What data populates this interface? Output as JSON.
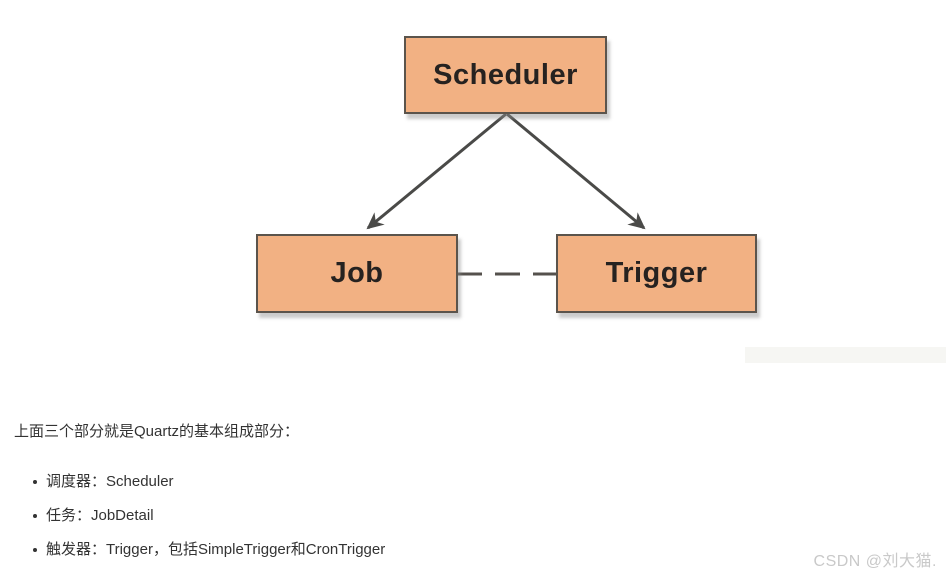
{
  "diagram": {
    "title": "Quartz core components diagram",
    "nodes": {
      "scheduler": "Scheduler",
      "job": "Job",
      "trigger": "Trigger"
    },
    "edges": [
      {
        "from": "scheduler",
        "to": "job",
        "style": "solid-arrow"
      },
      {
        "from": "scheduler",
        "to": "trigger",
        "style": "solid-arrow"
      },
      {
        "from": "job",
        "to": "trigger",
        "style": "dashed"
      }
    ],
    "colors": {
      "node_fill": "#f2b183",
      "node_border": "#5b544c",
      "node_text": "#262220",
      "connector": "#4a4a48"
    }
  },
  "content": {
    "intro": "上面三个部分就是Quartz的基本组成部分：",
    "bullets": [
      "调度器：Scheduler",
      "任务：JobDetail",
      "触发器：Trigger，包括SimpleTrigger和CronTrigger"
    ],
    "text_color": "#333333"
  },
  "watermark": {
    "text": "CSDN @刘大猫.",
    "color": "#c9c9c9"
  }
}
